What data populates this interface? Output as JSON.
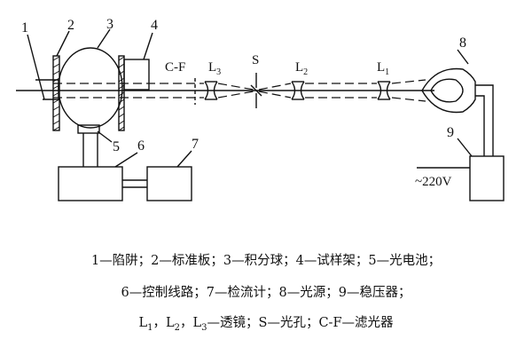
{
  "labels": {
    "n1": "1",
    "n2": "2",
    "n3": "3",
    "n4": "4",
    "n5": "5",
    "n6": "6",
    "n7": "7",
    "n8": "8",
    "n9": "9",
    "cf": "C-F",
    "l3": "L",
    "l3_sub": "3",
    "s": "S",
    "l2": "L",
    "l2_sub": "2",
    "l1": "L",
    "l1_sub": "1",
    "voltage": "~220V"
  },
  "legend": {
    "line1": "1—陷阱；2—标准板；3—积分球；4—试样架；5—光电池；",
    "line2": "6—控制线路；7—检流计；8—光源；9—稳压器；",
    "line3_l": "L",
    "line3_sub1": "1",
    "line3_sep1": "，L",
    "line3_sub2": "2",
    "line3_sep2": "，L",
    "line3_sub3": "3",
    "line3_rest": "—透镜；S—光孔；C-F—滤光器"
  }
}
